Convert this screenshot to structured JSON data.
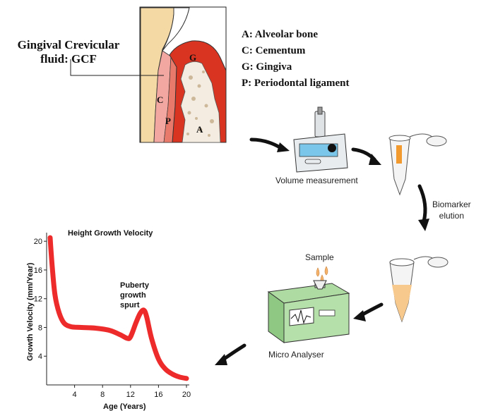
{
  "tooth_diagram": {
    "gcf_label": [
      "Gingival Crevicular",
      "fluid: GCF"
    ],
    "region_letters": {
      "gingiva": "G",
      "cementum": "C",
      "pdl": "P",
      "bone": "A"
    },
    "legend": [
      "A: Alveolar bone",
      "C: Cementum",
      "G: Gingiva",
      "P: Periodontal ligament"
    ]
  },
  "workflow": {
    "volume_label": "Volume measurement",
    "elution_label": [
      "Biomarker",
      "elution"
    ],
    "sample_label": "Sample",
    "analyser_label": "Micro Analyser"
  },
  "chart_data": {
    "type": "line",
    "title": "Height Growth Velocity",
    "xlabel": "Age (Years)",
    "ylabel": "Growth Velocity (mm/Year)",
    "xlim": [
      0,
      20
    ],
    "ylim": [
      0,
      21
    ],
    "x_ticks": [
      4,
      8,
      12,
      16,
      20
    ],
    "y_ticks": [
      4,
      8,
      12,
      16,
      20
    ],
    "annotation": [
      "Puberty",
      "growth",
      "spurt"
    ],
    "series": [
      {
        "color": "#ee2b2b",
        "x": [
          0.5,
          0.8,
          1.2,
          1.8,
          2.5,
          3.5,
          5,
          7,
          9,
          10.5,
          11.5,
          12,
          12.8,
          13.4,
          13.9,
          14.3,
          15,
          16,
          17,
          18,
          19,
          20
        ],
        "y": [
          20.5,
          16.5,
          12.5,
          10,
          8.6,
          8.1,
          8.0,
          7.9,
          7.6,
          7.0,
          6.5,
          6.7,
          8.7,
          10.0,
          10.4,
          9.5,
          6.5,
          3.6,
          2.2,
          1.5,
          1.1,
          0.9
        ]
      }
    ]
  }
}
